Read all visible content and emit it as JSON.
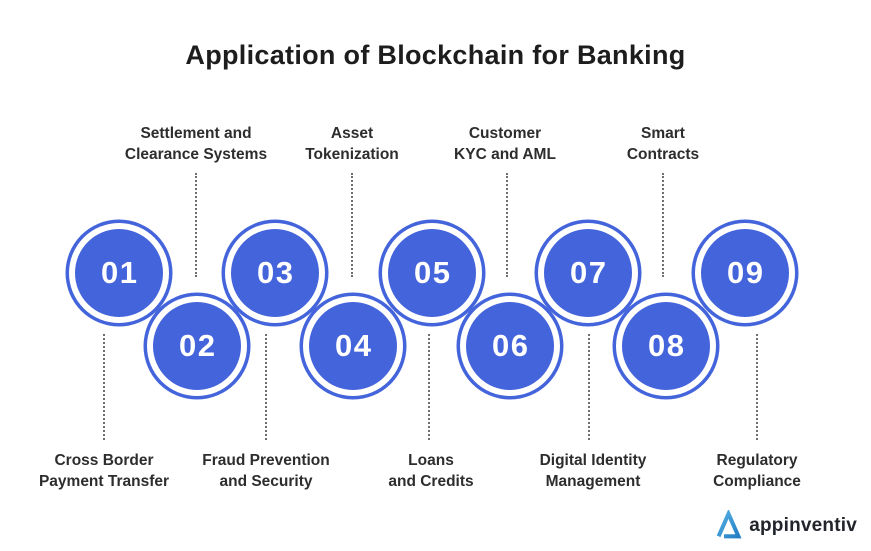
{
  "title": "Application of Blockchain for Banking",
  "steps": [
    {
      "num": "01",
      "label1": "Cross Border",
      "label2": "Payment Transfer",
      "label_position": "bottom"
    },
    {
      "num": "02",
      "label1": "Settlement and",
      "label2": "Clearance Systems",
      "label_position": "top"
    },
    {
      "num": "03",
      "label1": "Fraud Prevention",
      "label2": "and Security",
      "label_position": "bottom"
    },
    {
      "num": "04",
      "label1": "Asset",
      "label2": "Tokenization",
      "label_position": "top"
    },
    {
      "num": "05",
      "label1": "Loans",
      "label2": "and Credits",
      "label_position": "bottom"
    },
    {
      "num": "06",
      "label1": "Customer",
      "label2": "KYC and AML",
      "label_position": "top"
    },
    {
      "num": "07",
      "label1": "Digital Identity",
      "label2": "Management",
      "label_position": "bottom"
    },
    {
      "num": "08",
      "label1": "Smart",
      "label2": "Contracts",
      "label_position": "top"
    },
    {
      "num": "09",
      "label1": "Regulatory",
      "label2": "Compliance",
      "label_position": "bottom"
    }
  ],
  "colors": {
    "circle_blue": "#4464db",
    "title_text": "#1d1d1d",
    "label_text": "#2d2d2d",
    "dotted_line": "#6e6e6e",
    "logo_triangle_light": "#54aee2",
    "logo_triangle_dark": "#2380c4",
    "logo_text": "#21242b",
    "background": "#ffffff"
  },
  "branding": {
    "logo_text": "appinventiv",
    "logo_icon": "appinventiv-triangle-logo"
  }
}
